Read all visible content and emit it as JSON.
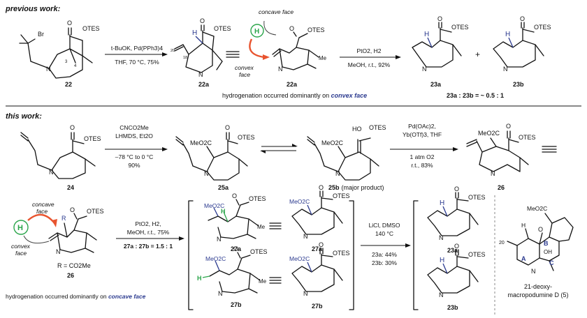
{
  "sections": {
    "previous_title": "previous work:",
    "this_title": "this work:"
  },
  "previous": {
    "cmpd_22": "22",
    "cmpd_22a": "22a",
    "cmpd_22a_b": "22a",
    "cmpd_23a": "23a",
    "cmpd_23b": "23b",
    "cond1_line1": "t-BuOK, Pd(PPh3)4",
    "cond1_line2": "THF, 70 °C, 75%",
    "cond2_line1": "PtO2, H2",
    "cond2_line2": "MeOH, r.t., 92%",
    "ratio": "23a : 23b = ~ 0.5 : 1",
    "note_prefix": "hydrogenation occurred dominantly on ",
    "note_highlight": "convex face",
    "concave": "concave face",
    "convex": "convex face",
    "h_label": "H",
    "otes": "OTES",
    "br": "Br",
    "me": "Me",
    "plus": "+"
  },
  "this_work": {
    "cmpd_24": "24",
    "cmpd_25a": "25a",
    "cmpd_25b": "25b",
    "cmpd_25b_note": "(major product)",
    "cmpd_26": "26",
    "cond1": [
      "CNCO2Me",
      "LHMDS, Et2O",
      "–78 °C to 0 °C",
      "90%"
    ],
    "cond2": [
      "Pd(OAc)2,",
      "Yb(OTf)3, THF",
      "1 atm O2",
      "r.t., 83%"
    ],
    "otes": "OTES",
    "meo2c": "MeO2C",
    "ho": "HO"
  },
  "bottom": {
    "concave": "concave face",
    "convex": "convex face",
    "h_label": "H",
    "r_label": "R",
    "r_def": "R = CO2Me",
    "cmpd_26": "26",
    "cond1": [
      "PtO2, H2,",
      "MeOH, r.t., 75%",
      "27a : 27b = 1.5 : 1"
    ],
    "cmpd_27a": "27a",
    "cmpd_27a_b": "27a",
    "cmpd_27b": "27b",
    "cmpd_27b_b": "27b",
    "cond2": [
      "LiCl, DMSO",
      "140 °C",
      "23a: 44%",
      "23b: 30%"
    ],
    "cmpd_23a": "23a",
    "cmpd_23b": "23b",
    "target_name_1": "21-deoxy-",
    "target_name_2": "macropodumine D (5)",
    "note_prefix": "hydrogenation occurred dominantly on ",
    "note_highlight": "concave face",
    "otes": "OTES",
    "meo2c": "MeO2C",
    "me": "Me"
  },
  "colors": {
    "blue": "#2b3a8f",
    "green": "#2aa54a",
    "red_arrow": "#e8542f"
  }
}
